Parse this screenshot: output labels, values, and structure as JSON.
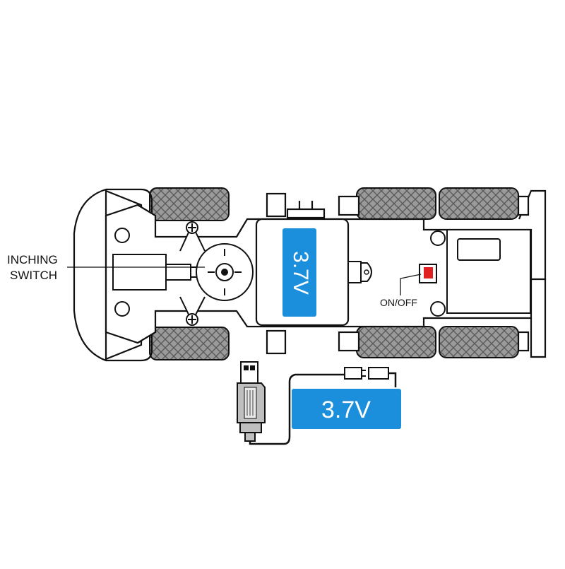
{
  "labels": {
    "inching_switch_line1": "INCHING",
    "inching_switch_line2": "SWITCH",
    "on_off": "ON/OFF",
    "battery_chassis_voltage": "3.7V",
    "battery_pack_voltage": "3.7V"
  },
  "colors": {
    "battery_blue": "#1c8fdc",
    "switch_red": "#e02020",
    "tire_gray": "#9a9a9a",
    "outline": "#111111",
    "usb_gray": "#bfbfbf"
  },
  "icons": {
    "usb_plug": "usb-plug-icon",
    "connector": "jst-connector-icon"
  }
}
